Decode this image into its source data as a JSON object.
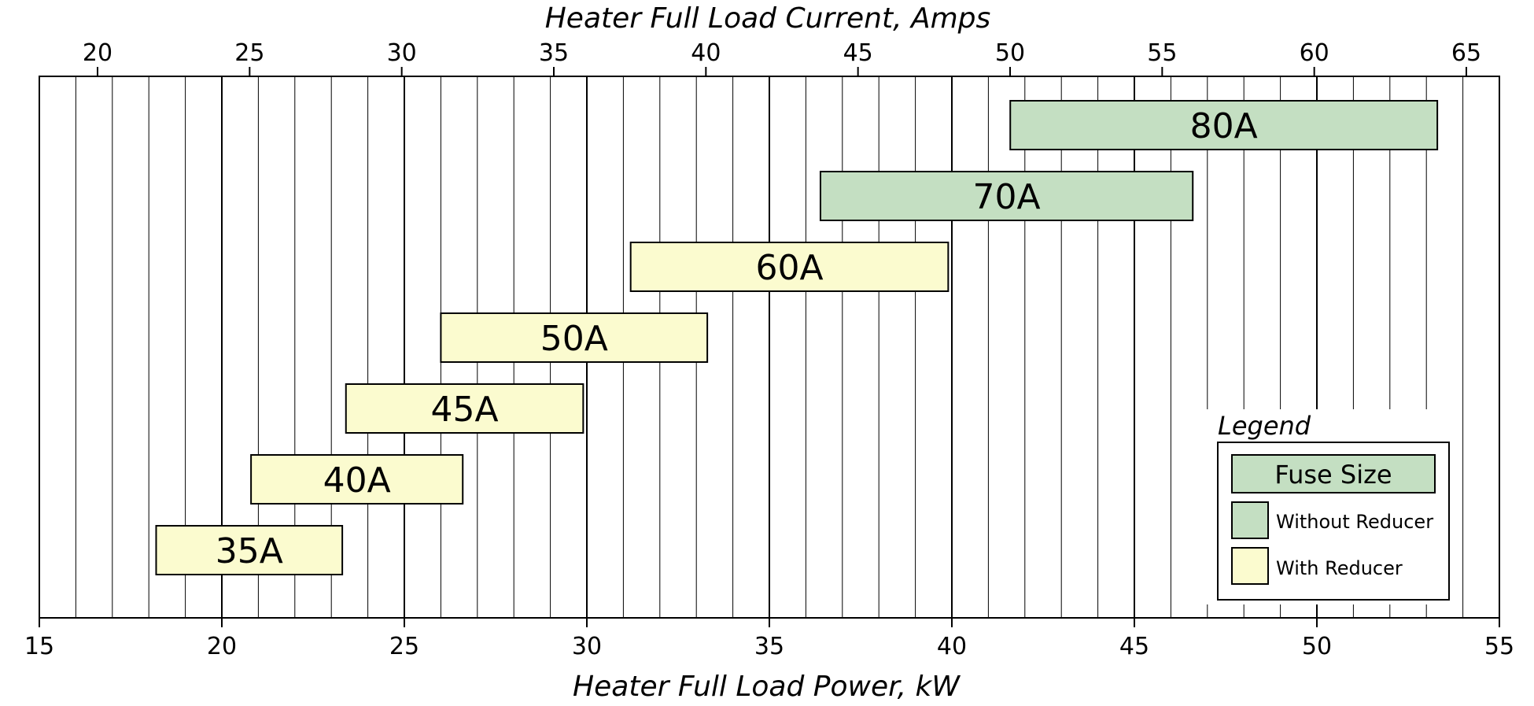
{
  "chart_data": {
    "type": "bar",
    "orientation": "horizontal-range",
    "title_top": "Heater Full Load Current, Amps",
    "xlabel": "Heater Full Load Power, kW",
    "x_lim": [
      15,
      55
    ],
    "x_ticks": [
      15,
      20,
      25,
      30,
      35,
      40,
      45,
      50,
      55
    ],
    "x_minor_step": 1,
    "x_major_step": 5,
    "top_axis_lim": [
      20,
      65
    ],
    "top_ticks": [
      20,
      25,
      30,
      35,
      40,
      45,
      50,
      55,
      60,
      65
    ],
    "grid": true,
    "legend_position": "bottom-right",
    "bars": [
      {
        "label": "80A",
        "start": 41.6,
        "end": 53.3,
        "series": "Without Reducer"
      },
      {
        "label": "70A",
        "start": 36.4,
        "end": 46.6,
        "series": "Without Reducer"
      },
      {
        "label": "60A",
        "start": 31.2,
        "end": 39.9,
        "series": "With Reducer"
      },
      {
        "label": "50A",
        "start": 26.0,
        "end": 33.3,
        "series": "With Reducer"
      },
      {
        "label": "45A",
        "start": 23.4,
        "end": 29.9,
        "series": "With Reducer"
      },
      {
        "label": "40A",
        "start": 20.8,
        "end": 26.6,
        "series": "With Reducer"
      },
      {
        "label": "35A",
        "start": 18.2,
        "end": 23.3,
        "series": "With Reducer"
      }
    ],
    "legend": {
      "title": "Legend",
      "header": "Fuse Size",
      "items": [
        {
          "name": "Without Reducer",
          "color": "#c4dfc2"
        },
        {
          "name": "With Reducer",
          "color": "#fbfbcf"
        }
      ]
    },
    "colors": {
      "Without Reducer": "#c4dfc2",
      "With Reducer": "#fbfbcf"
    }
  }
}
